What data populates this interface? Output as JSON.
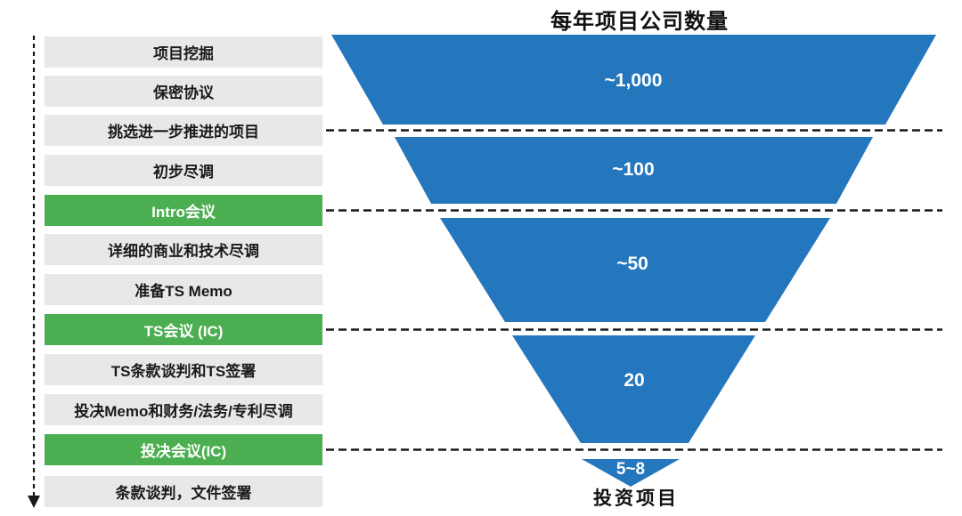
{
  "chart_data": {
    "type": "funnel",
    "title": "每年项目公司数量",
    "stages": [
      {
        "value": "~1,000"
      },
      {
        "value": "~100"
      },
      {
        "value": "~50"
      },
      {
        "value": "20"
      },
      {
        "value": "5~8"
      }
    ],
    "bottom_label": "投资项目",
    "legend_position": "none",
    "grid": false
  },
  "steps": [
    {
      "label": "项目挖掘",
      "variant": "normal",
      "connector": false
    },
    {
      "label": "保密协议",
      "variant": "normal",
      "connector": false
    },
    {
      "label": "挑选进一步推进的项目",
      "variant": "normal",
      "connector": true
    },
    {
      "label": "初步尽调",
      "variant": "normal",
      "connector": false
    },
    {
      "label": "Intro会议",
      "variant": "milestone",
      "connector": true
    },
    {
      "label": "详细的商业和技术尽调",
      "variant": "normal",
      "connector": false
    },
    {
      "label": "准备TS Memo",
      "variant": "normal",
      "connector": false
    },
    {
      "label": "TS会议 (IC)",
      "variant": "milestone",
      "connector": true
    },
    {
      "label": "TS条款谈判和TS签署",
      "variant": "normal",
      "connector": false
    },
    {
      "label": "投决Memo和财务/法务/专利尽调",
      "variant": "normal",
      "connector": false
    },
    {
      "label": "投决会议(IC)",
      "variant": "milestone",
      "connector": true
    },
    {
      "label": "条款谈判，文件签署",
      "variant": "normal",
      "connector": false
    }
  ],
  "colors": {
    "funnel_blue": "#2577BD",
    "milestone_green": "#4BAE50",
    "step_gray": "#E8E8E8",
    "line_black": "#1A1A1A",
    "stage_text": "#FFFFFF"
  }
}
